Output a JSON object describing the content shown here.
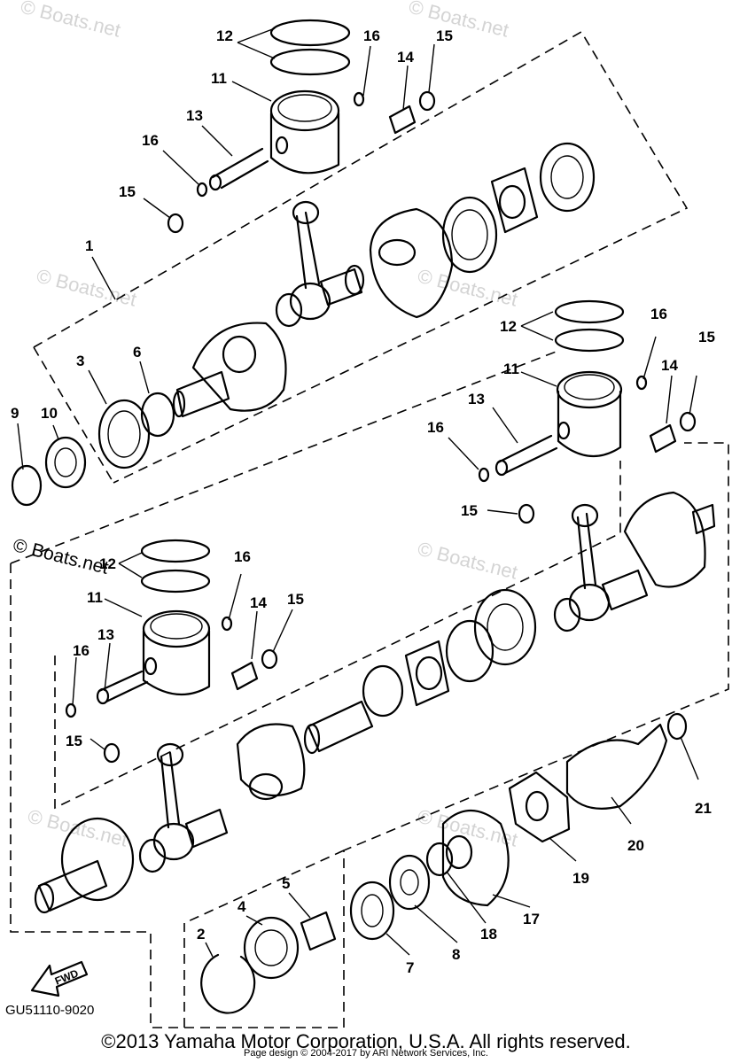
{
  "diagram": {
    "watermark": "© Boats.net",
    "fwd_label": "FWD",
    "diagram_code": "GU51110-9020",
    "copyright": "©2013 Yamaha Motor Corporation, U.S.A. All rights reserved.",
    "page_credit": "Page design © 2004-2017 by ARI Network Services, Inc."
  },
  "callouts": [
    {
      "label": "1"
    },
    {
      "label": "2"
    },
    {
      "label": "3"
    },
    {
      "label": "4"
    },
    {
      "label": "5"
    },
    {
      "label": "6"
    },
    {
      "label": "7"
    },
    {
      "label": "8"
    },
    {
      "label": "9"
    },
    {
      "label": "10"
    },
    {
      "label": "11"
    },
    {
      "label": "11"
    },
    {
      "label": "11"
    },
    {
      "label": "12"
    },
    {
      "label": "12"
    },
    {
      "label": "12"
    },
    {
      "label": "13"
    },
    {
      "label": "13"
    },
    {
      "label": "13"
    },
    {
      "label": "14"
    },
    {
      "label": "14"
    },
    {
      "label": "14"
    },
    {
      "label": "15"
    },
    {
      "label": "15"
    },
    {
      "label": "15"
    },
    {
      "label": "15"
    },
    {
      "label": "15"
    },
    {
      "label": "15"
    },
    {
      "label": "16"
    },
    {
      "label": "16"
    },
    {
      "label": "16"
    },
    {
      "label": "16"
    },
    {
      "label": "16"
    },
    {
      "label": "16"
    },
    {
      "label": "17"
    },
    {
      "label": "18"
    },
    {
      "label": "19"
    },
    {
      "label": "20"
    },
    {
      "label": "21"
    }
  ]
}
